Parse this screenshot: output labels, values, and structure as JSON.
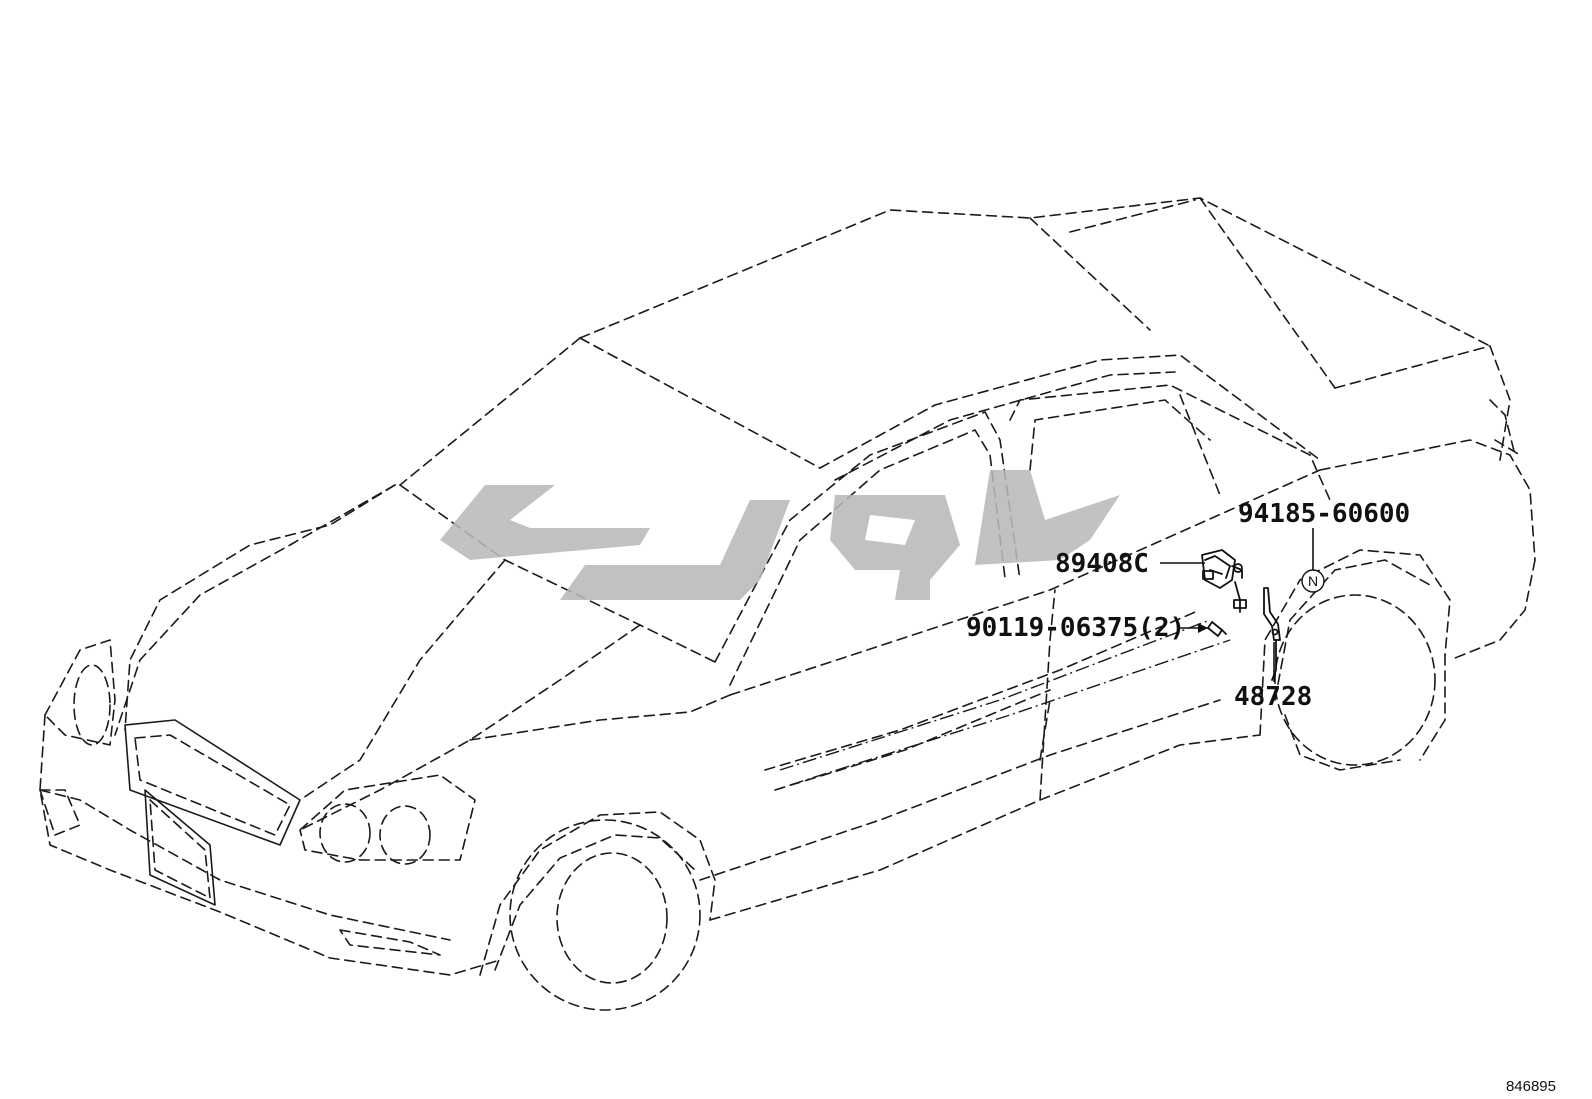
{
  "diagram": {
    "part_labels": [
      {
        "id": "part-94185-60600",
        "text": "94185-60600"
      },
      {
        "id": "part-89408c",
        "text": "89408C"
      },
      {
        "id": "part-90119-06375",
        "text": "90119-06375(2)"
      },
      {
        "id": "part-48728",
        "text": "48728"
      }
    ],
    "note_symbol": "N",
    "figure_number": "846895",
    "colors": {
      "line": "#1a1a1a",
      "watermark": "#b9b9b9",
      "background": "#ffffff"
    },
    "icons": {
      "height-sensor": "height-control-sensor-icon",
      "bolt": "bolt-icon",
      "bracket": "link-bracket-icon",
      "note": "circled-n-icon"
    }
  }
}
